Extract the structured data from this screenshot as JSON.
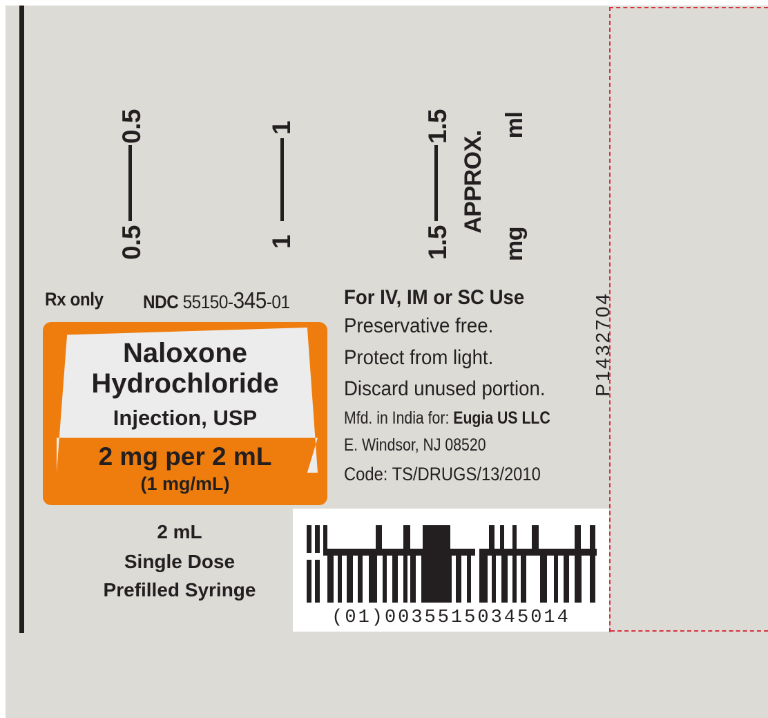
{
  "scale": {
    "left_values": [
      "0.5",
      "1",
      "1.5"
    ],
    "right_values": [
      "0.5",
      "1",
      "1.5"
    ],
    "approx_label": "APPROX.",
    "left_unit": "mg",
    "right_unit": "ml"
  },
  "header": {
    "rx": "Rx only",
    "ndc_label": "NDC",
    "ndc_part1": "55150-",
    "ndc_part2": "345",
    "ndc_part3": "-01"
  },
  "product": {
    "name_line1": "Naloxone",
    "name_line2": "Hydrochloride",
    "form": "Injection, USP",
    "strength": "2 mg per 2 mL",
    "concentration": "(1 mg/mL)"
  },
  "package": {
    "volume": "2 mL",
    "line2": "Single Dose",
    "line3": "Prefilled Syringe"
  },
  "info": {
    "route": "For IV, IM or SC Use",
    "line2": "Preservative free.",
    "line3": "Protect from light.",
    "line4": "Discard unused portion.",
    "mfd_prefix": "Mfd. in India for: ",
    "mfd_company": "Eugia US LLC",
    "address": "E. Windsor, NJ 08520",
    "code": "Code: TS/DRUGS/13/2010"
  },
  "item_code": "P1432704",
  "barcode": {
    "text": "(01)00355150345014"
  },
  "colors": {
    "label_background": "#dcdbd6",
    "brand_orange": "#ef7d0e",
    "cut_line": "#d6323c",
    "ink": "#231f20"
  }
}
